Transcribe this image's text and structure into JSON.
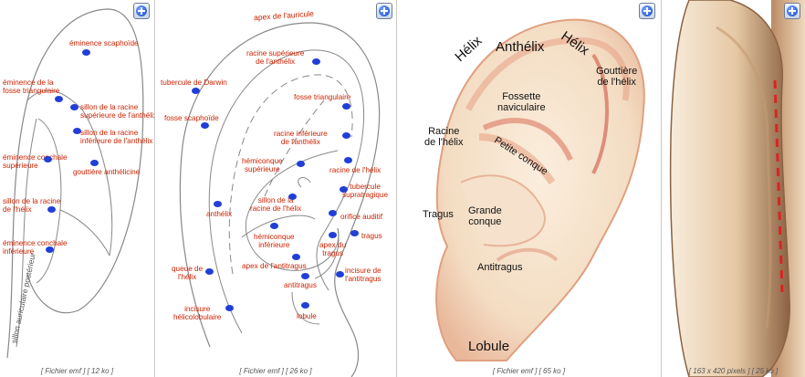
{
  "panel1": {
    "labels": {
      "eminence_scaphoide": "éminence scaphoïde",
      "eminence_fosse_triangulaire": "éminence de la\nfosse triangulaire",
      "sillon_racine_sup": "sillon de la racine\nsupérieure de l'anthélix",
      "sillon_racine_inf": "sillon de la racine\ninférieure de l'anthélix",
      "eminence_conchale_sup": "éminence conchale\nsupérieure",
      "gouttiere_anthelicine": "gouttière anthélicine",
      "sillon_racine_helix": "sillon de la racine\nde l'hélix",
      "eminence_conchale_inf": "éminence conchale\ninférieure"
    },
    "vertical_label": "sillon auriculaire postérieur",
    "caption": "[ Fichier emf ] [ 12 ko ]"
  },
  "panel2": {
    "apex": "apex de l'auricule",
    "labels": {
      "racine_sup": "racine supérieure\nde l'anthélix",
      "tubercule_darwin": "tubercule de Darwin",
      "fosse_triangulaire": "fosse triangulaire",
      "fosse_scaphoide": "fosse scaphoïde",
      "racine_inf": "racine inférieure\nde l'anthélix",
      "hemiconque_sup": "hémiconque\nsupérieure",
      "racine_helix": "racine de l'hélix",
      "tubercule_supratragique": "tubercule\nsupratragique",
      "sillon_racine_helix": "sillon de la\nracine de l'hélix",
      "anthelix": "anthélix",
      "orifice_auditif": "orifice auditif",
      "hemiconque_inf": "hémiconque\ninférieure",
      "tragus": "tragus",
      "apex_tragus": "apex du\ntragus",
      "apex_antitragus": "apex de l'antitragus",
      "queue_helix": "queue de\nl'hélix",
      "incisure_antitragus": "incisure de\nl'antitragus",
      "antitragus": "antitragus",
      "incisure_helicolobulaire": "incisure\nhélicolobulaire",
      "lobule": "lobule"
    },
    "caption": "[ Fichier emf ] [ 26 ko ]"
  },
  "panel3": {
    "labels": {
      "helix_left": "Hélix",
      "anthelix": "Anthélix",
      "helix_right": "Hélix",
      "gouttiere_helix": "Gouttière\nde l'hélix",
      "fossette_naviculaire": "Fossette\nnaviculaire",
      "racine_helix": "Racine\nde l'hélix",
      "petite_conque": "Petite conque",
      "tragus": "Tragus",
      "grande_conque": "Grande\nconque",
      "antitragus": "Antitragus",
      "lobule": "Lobule"
    },
    "caption": "[ Fichier emf ] [ 65 ko ]"
  },
  "panel4": {
    "caption": "[ 163 x 420 pixels ] [ 25 ko ]"
  },
  "colors": {
    "label_red": "#cc2200",
    "dot_blue": "#1f3fd6",
    "skin": "#f3dcc2",
    "incision": "#dd2222"
  },
  "zoom_icon": "magnify-plus-icon"
}
